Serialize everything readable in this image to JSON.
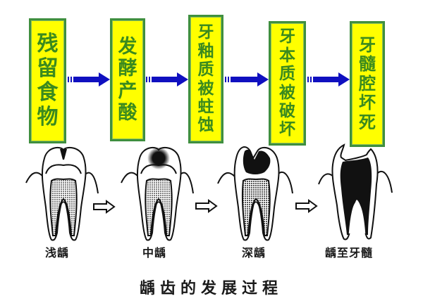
{
  "stages": [
    {
      "label": "残留食物",
      "chars": [
        "残",
        "留",
        "食",
        "物"
      ]
    },
    {
      "label": "发酵产酸",
      "chars": [
        "发",
        "酵",
        "产",
        "酸"
      ]
    },
    {
      "label": "牙釉质被蛀蚀",
      "chars": [
        "牙",
        "釉",
        "质",
        "被",
        "蛀",
        "蚀"
      ]
    },
    {
      "label": "牙本质被破坏",
      "chars": [
        "牙",
        "本",
        "质",
        "被",
        "破",
        "坏"
      ]
    },
    {
      "label": "牙髓腔坏死",
      "chars": [
        "牙",
        "髓",
        "腔",
        "坏",
        "死"
      ]
    }
  ],
  "teeth": [
    {
      "label": "浅龋",
      "stage": "shallow"
    },
    {
      "label": "中龋",
      "stage": "medium"
    },
    {
      "label": "深龋",
      "stage": "deep"
    },
    {
      "label": "龋至牙髓",
      "stage": "pulp"
    }
  ],
  "caption": "龋齿的发展过程",
  "colors": {
    "box_fill": "#ffff00",
    "box_border": "#3f8f3f",
    "box_text": "#3a8a1e",
    "flow_arrow": "#1010c0",
    "line": "#111111"
  },
  "icons": {
    "flow_arrow": "blue-right-arrow-icon",
    "stage_arrow": "hollow-right-arrow-icon"
  }
}
